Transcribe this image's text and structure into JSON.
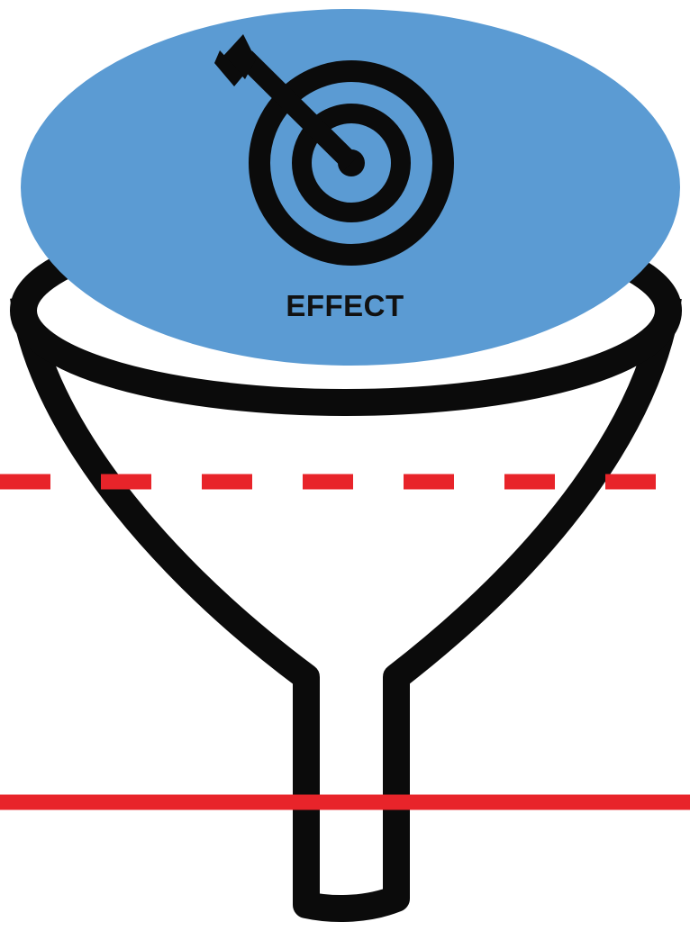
{
  "diagram": {
    "label": "EFFECT",
    "icon": "target-with-arrow-icon",
    "colors": {
      "background": "#ffffff",
      "ellipse_fill": "#5b9bd3",
      "funnel_stroke": "#0b0b0b",
      "funnel_interior": "#ffffff",
      "threshold_line": "#e8242a"
    },
    "lines": {
      "upper": "dashed",
      "lower": "solid"
    }
  }
}
